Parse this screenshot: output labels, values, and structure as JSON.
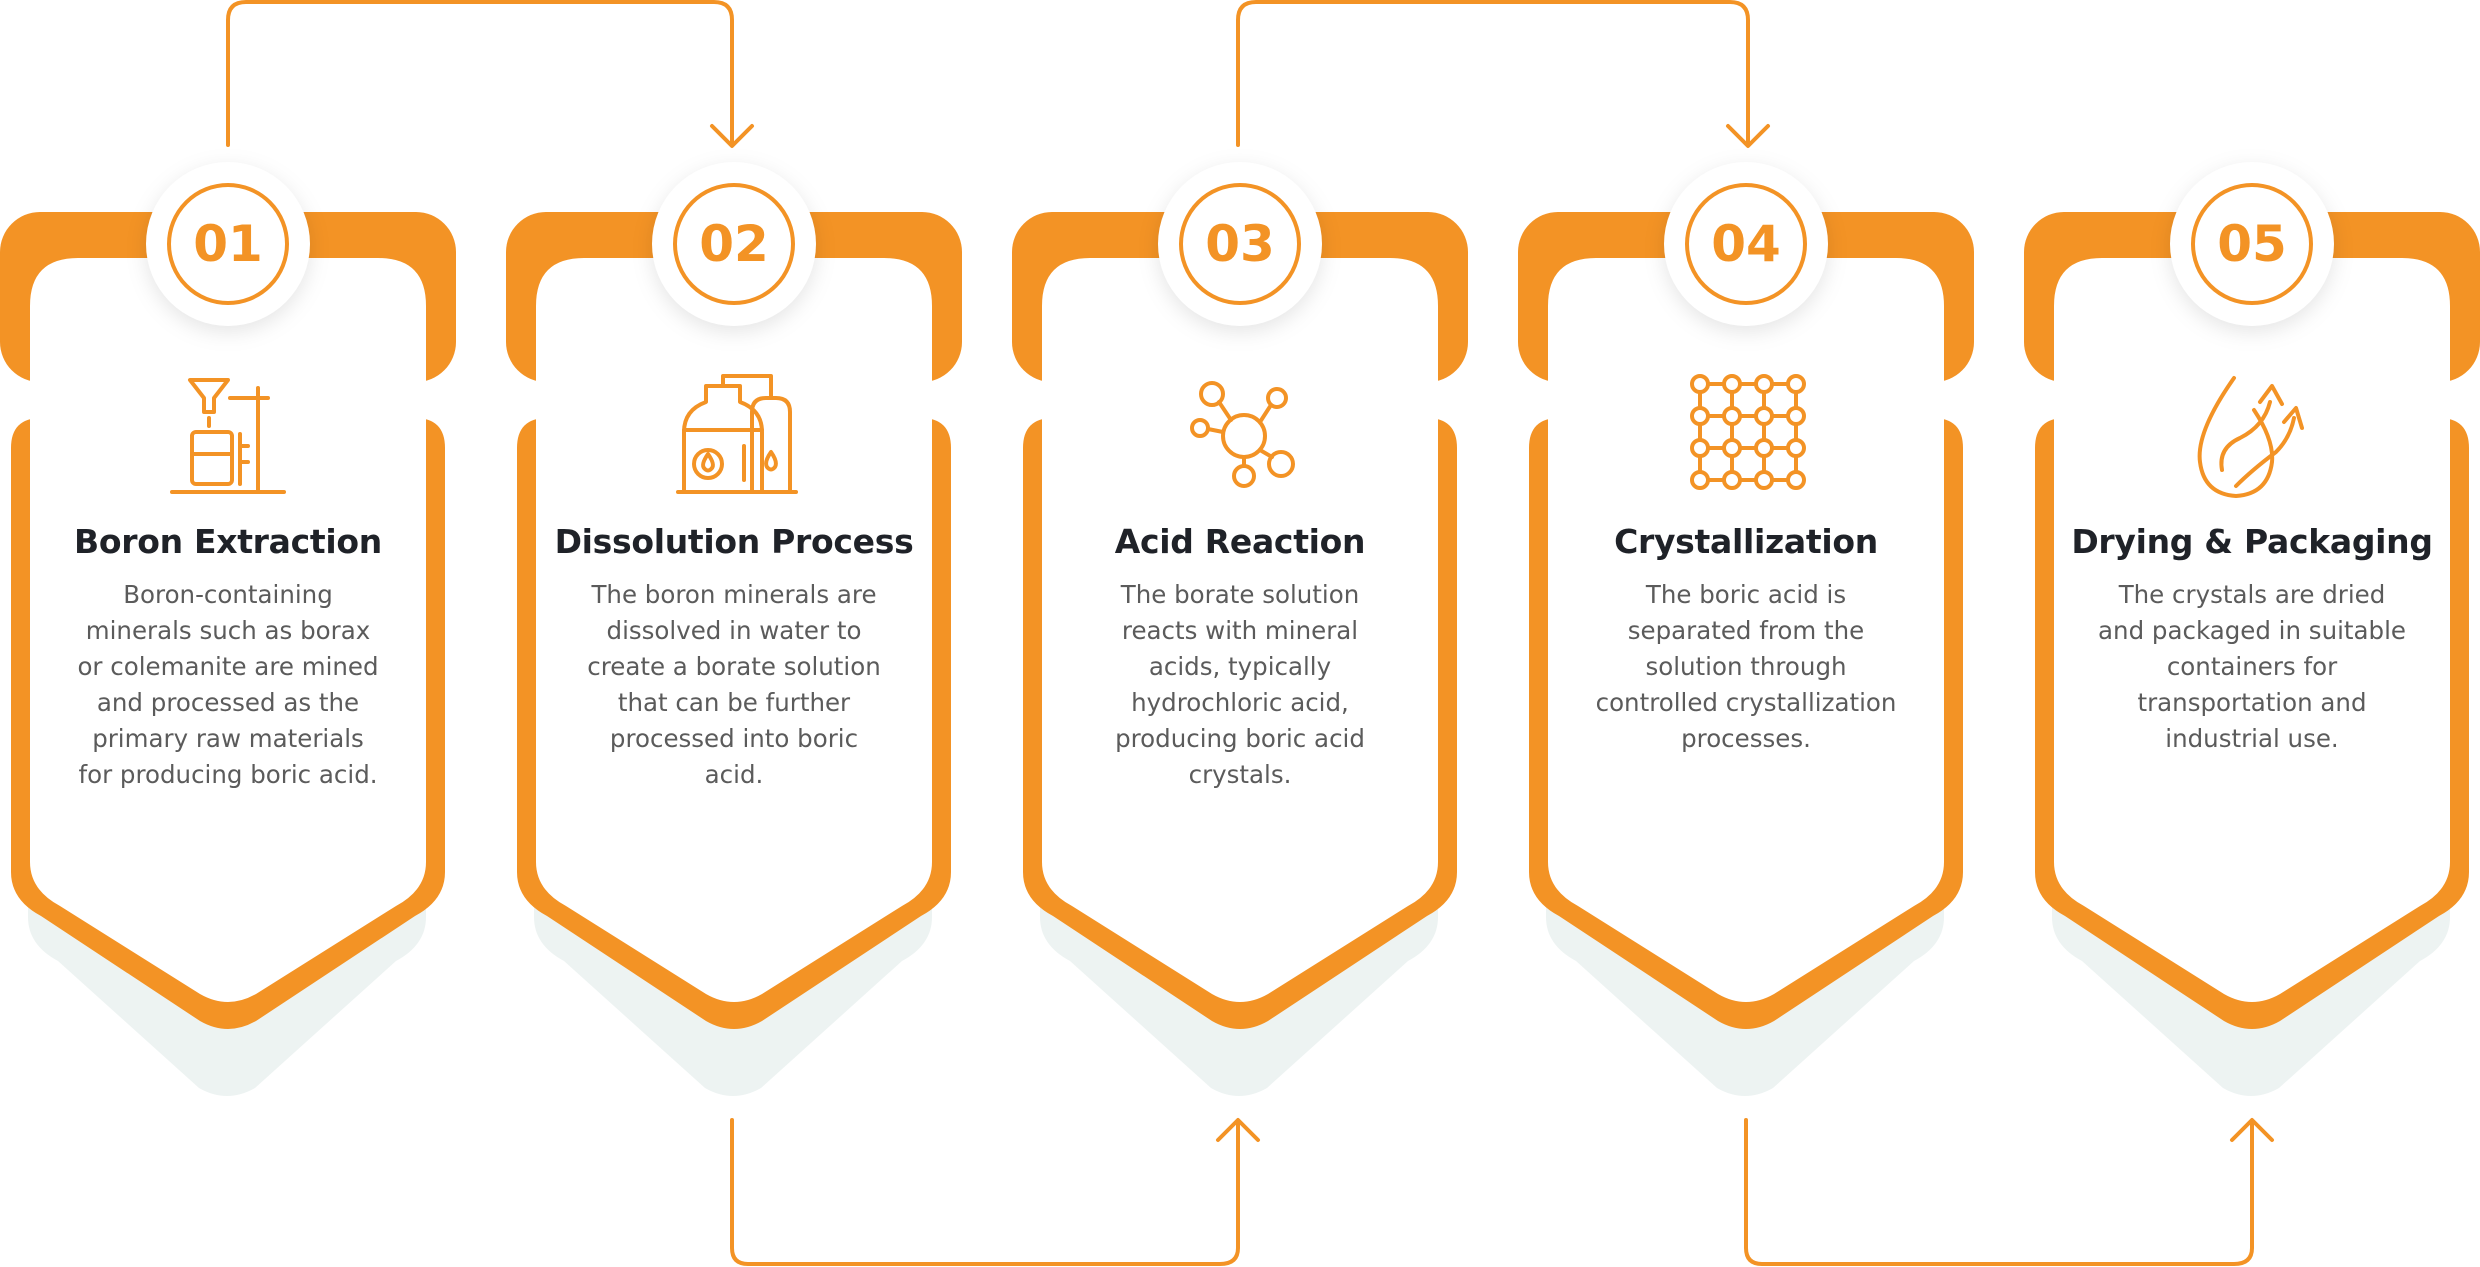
{
  "accent_color": "#f39325",
  "shadow_color": "#edf3f2",
  "steps": [
    {
      "number": "01",
      "title": "Boron Extraction",
      "description": "Boron-containing minerals such as borax or colemanite are mined and processed as the primary raw materials for producing boric acid.",
      "icon": "lab-stand-beaker-icon"
    },
    {
      "number": "02",
      "title": "Dissolution Process",
      "description": "The boron minerals are dissolved in water to create a borate solution that can be further processed into boric acid.",
      "icon": "dissolution-tanks-icon"
    },
    {
      "number": "03",
      "title": "Acid Reaction",
      "description": "The borate solution reacts with mineral acids, typically hydrochloric acid, producing boric acid crystals.",
      "icon": "molecule-icon"
    },
    {
      "number": "04",
      "title": "Crystallization",
      "description": "The boric acid is separated from the solution through controlled crystallization processes.",
      "icon": "crystal-lattice-icon"
    },
    {
      "number": "05",
      "title": "Drying & Packaging",
      "description": "The crystals are dried and packaged in suitable containers for transportation and industrial use.",
      "icon": "drop-evaporation-icon"
    }
  ]
}
